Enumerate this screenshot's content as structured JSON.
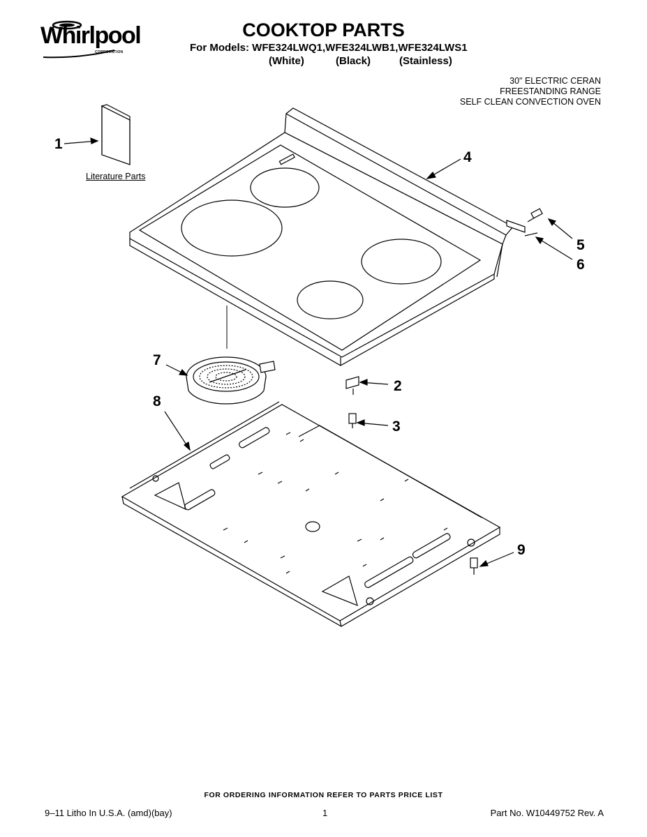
{
  "brand": {
    "wordmark": "Whirlpool",
    "sub": "CORPORATION"
  },
  "header": {
    "title": "COOKTOP PARTS",
    "models": "For Models: WFE324LWQ1,WFE324LWB1,WFE324LWS1",
    "variants": [
      "(White)",
      "(Black)",
      "(Stainless)"
    ]
  },
  "description": [
    "30\" ELECTRIC CERAN",
    "FREESTANDING RANGE",
    "SELF CLEAN CONVECTION OVEN"
  ],
  "literature_label": "Literature Parts",
  "callouts": [
    "1",
    "2",
    "3",
    "4",
    "5",
    "6",
    "7",
    "8",
    "9"
  ],
  "footer": {
    "note": "FOR ORDERING INFORMATION REFER TO PARTS PRICE LIST",
    "litho": "9–11 Litho In U.S.A. (amd)(bay)",
    "page": "1",
    "part_no": "Part No. W10449752 Rev. A"
  }
}
